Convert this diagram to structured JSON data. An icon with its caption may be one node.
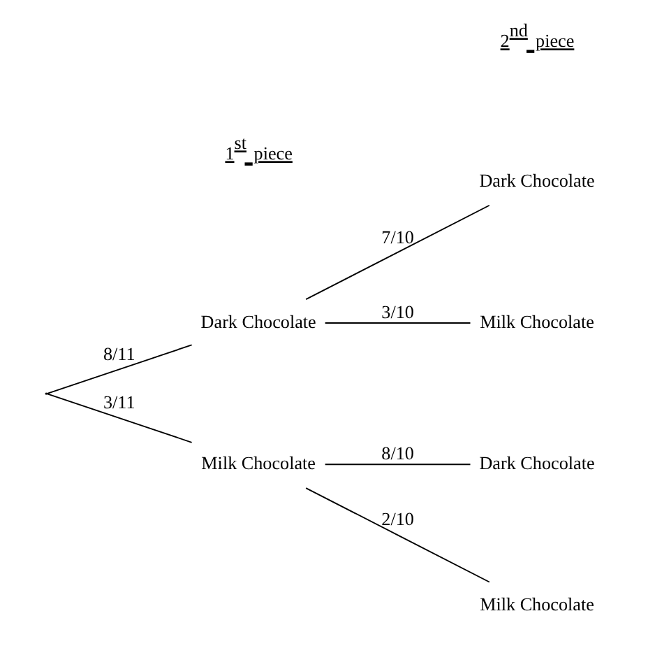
{
  "diagram": {
    "nodes": [
      {
        "text": [],
        "shape": "point"
      },
      {
        "text": [
          "Dark Chocolate"
        ]
      },
      {
        "text": [
          "Milk Chocolate"
        ]
      },
      {
        "text": [
          "Dark Chocolate"
        ]
      },
      {
        "text": [
          "Milk Chocolate"
        ]
      },
      {
        "text": [
          "Dark Chocolate"
        ]
      },
      {
        "text": [
          "Milk Chocolate"
        ]
      }
    ],
    "edges": [
      {
        "from": 0,
        "to": 1,
        "arrow": "none",
        "label": "8/11"
      },
      {
        "from": 0,
        "to": 2,
        "arrow": "none",
        "label": "3/11"
      },
      {
        "from": 1,
        "to": 3,
        "arrow": "none",
        "label": "7/10"
      },
      {
        "from": 1,
        "to": 4,
        "arrow": "none",
        "label": "3/10"
      },
      {
        "from": 2,
        "to": 5,
        "arrow": "none",
        "label": "8/10"
      },
      {
        "from": 2,
        "to": 6,
        "arrow": "none",
        "label": "2/10"
      }
    ],
    "labels": [
      "1$^{st}$ piece",
      "2$^{nd}$ piece"
    ]
  }
}
